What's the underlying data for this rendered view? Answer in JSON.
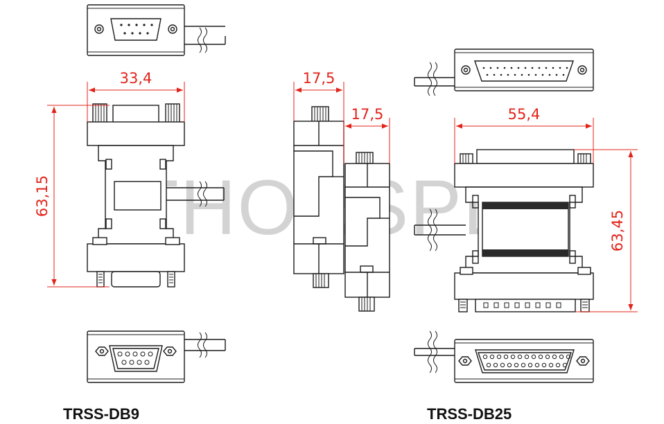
{
  "watermark": "THORSPD",
  "db9": {
    "model_label": "TRSS-DB9",
    "width_dim": "33,4",
    "height_dim": "63,15"
  },
  "side": {
    "depth_dim_1": "17,5",
    "depth_dim_2": "17,5"
  },
  "db25": {
    "model_label": "TRSS-DB25",
    "width_dim": "55,4",
    "height_dim": "63,45"
  },
  "colors": {
    "dimension": "#e2231a",
    "outline": "#1a1a1a",
    "watermark": "#d3d3d3"
  }
}
